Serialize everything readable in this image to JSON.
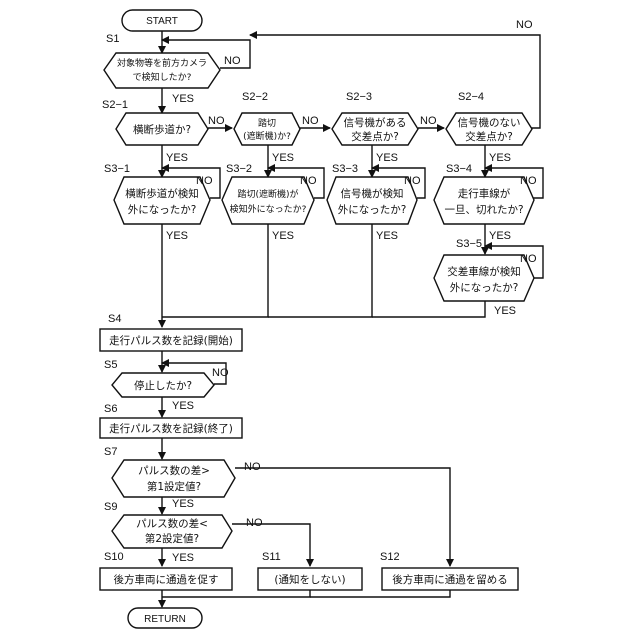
{
  "nodes": {
    "start": "START",
    "s1": [
      "対象物等を前方カメラ",
      "で検知したか?"
    ],
    "s2_1": [
      "横断歩道か?"
    ],
    "s2_2": [
      "踏切",
      "(遮断機)か?"
    ],
    "s2_3": [
      "信号機がある",
      "交差点か?"
    ],
    "s2_4": [
      "信号機のない",
      "交差点か?"
    ],
    "s3_1": [
      "横断歩道が検知",
      "外になったか?"
    ],
    "s3_2": [
      "踏切(遮断機)が",
      "検知外になったか?"
    ],
    "s3_3": [
      "信号機が検知",
      "外になったか?"
    ],
    "s3_4": [
      "走行車線が",
      "一旦、切れたか?"
    ],
    "s3_5": [
      "交差車線が検知",
      "外になったか?"
    ],
    "s4": "走行パルス数を記録(開始)",
    "s5": [
      "停止したか?"
    ],
    "s6": "走行パルス数を記録(終了)",
    "s7": [
      "パルス数の差>",
      "第1設定値?"
    ],
    "s9": [
      "パルス数の差<",
      "第2設定値?"
    ],
    "s10": "後方車両に通過を促す",
    "s11": "(通知をしない)",
    "s12": "後方車両に通過を留める",
    "return": "RETURN"
  },
  "step_labels": {
    "s1": "S1",
    "s2_1": "S2−1",
    "s2_2": "S2−2",
    "s2_3": "S2−3",
    "s2_4": "S2−4",
    "s3_1": "S3−1",
    "s3_2": "S3−2",
    "s3_3": "S3−3",
    "s3_4": "S3−4",
    "s3_5": "S3−5",
    "s4": "S4",
    "s5": "S5",
    "s6": "S6",
    "s7": "S7",
    "s9": "S9",
    "s10": "S10",
    "s11": "S11",
    "s12": "S12"
  },
  "edge_labels": {
    "yes": "YES",
    "no": "NO"
  }
}
